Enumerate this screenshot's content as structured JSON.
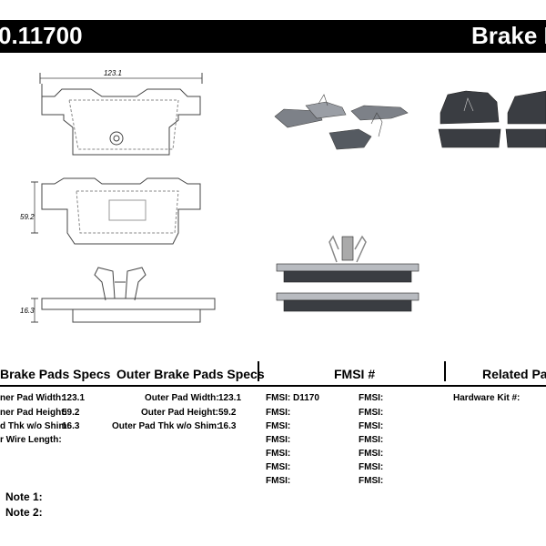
{
  "header": {
    "part_number": "0.11700",
    "title": "Brake P"
  },
  "drawing": {
    "dim_width": "123.1",
    "dim_height": "59.2",
    "dim_thickness": "16.3"
  },
  "specs": {
    "inner_heading": "Brake Pads Specs",
    "outer_heading": "Outer Brake Pads Specs",
    "fmsi_heading": "FMSI #",
    "related_heading": "Related Pa",
    "inner_rows": [
      {
        "label": "ner Pad Width:",
        "value": "123.1"
      },
      {
        "label": "ner Pad Height:",
        "value": "59.2"
      },
      {
        "label": "d Thk w/o Shim:",
        "value": "16.3"
      },
      {
        "label": "r Wire Length:",
        "value": ""
      }
    ],
    "outer_rows": [
      {
        "label": "Outer Pad Width:",
        "value": "123.1"
      },
      {
        "label": "Outer Pad Height:",
        "value": "59.2"
      },
      {
        "label": "Outer Pad Thk w/o Shim:",
        "value": "16.3"
      }
    ],
    "fmsi_label": "FMSI:",
    "fmsi_first_value": "D1170",
    "hardware_kit_label": "Hardware Kit #:",
    "note1": "Note 1:",
    "note2": "Note 2:"
  },
  "colors": {
    "bar": "#000000",
    "pad_fill": "#3a3d42",
    "line": "#333333"
  }
}
